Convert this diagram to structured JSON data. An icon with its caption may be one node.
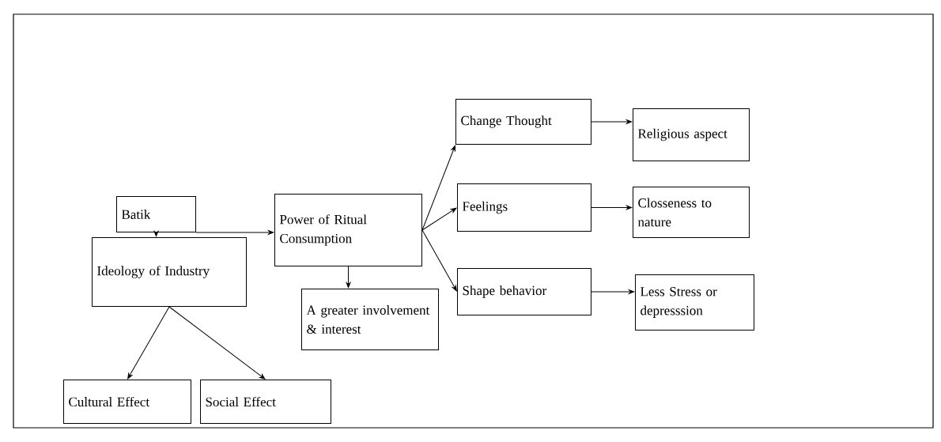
{
  "diagram": {
    "nodes": [
      {
        "text": [
          "Batik"
        ]
      },
      {
        "text": [
          "Power of Ritual Consumption"
        ]
      },
      {
        "text": [
          "Change Thought"
        ]
      },
      {
        "text": [
          "Religious aspect"
        ]
      },
      {
        "text": [
          "Feelings"
        ]
      },
      {
        "text": [
          "Closseness to nature"
        ]
      },
      {
        "text": [
          "Shape behavior"
        ]
      },
      {
        "text": [
          "Less Stress or depresssion"
        ]
      },
      {
        "text": [
          "Ideology of Industry"
        ]
      },
      {
        "text": [
          "A greater involvement & interest"
        ]
      },
      {
        "text": [
          "Cultural Effect"
        ]
      },
      {
        "text": [
          "Social Effect"
        ]
      }
    ],
    "edges": [
      {
        "from": 0,
        "to": 1,
        "arrow": "to"
      },
      {
        "from": 0,
        "to": 8,
        "arrow": "to"
      },
      {
        "from": 1,
        "to": 2,
        "arrow": "to"
      },
      {
        "from": 1,
        "to": 4,
        "arrow": "to"
      },
      {
        "from": 1,
        "to": 6,
        "arrow": "to"
      },
      {
        "from": 1,
        "to": 9,
        "arrow": "to"
      },
      {
        "from": 2,
        "to": 3,
        "arrow": "to"
      },
      {
        "from": 4,
        "to": 5,
        "arrow": "to"
      },
      {
        "from": 6,
        "to": 7,
        "arrow": "to"
      },
      {
        "from": 8,
        "to": 10,
        "arrow": "to"
      },
      {
        "from": 8,
        "to": 11,
        "arrow": "to"
      }
    ]
  }
}
